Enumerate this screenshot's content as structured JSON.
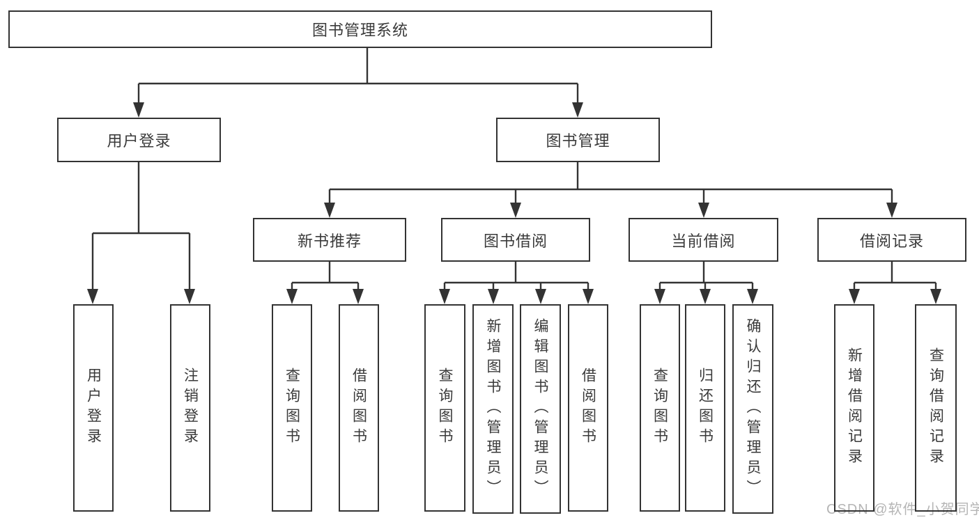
{
  "diagram": {
    "root": "图书管理系统",
    "level2": {
      "user_login": "用户登录",
      "book_mgmt": "图书管理"
    },
    "level3": {
      "new_books": "新书推荐",
      "book_borrow": "图书借阅",
      "current_borrow": "当前借阅",
      "borrow_records": "借阅记录"
    },
    "leaves": {
      "user_login": "用户登录",
      "logout": "注销登录",
      "nb_query_books": "查询图书",
      "nb_borrow_books": "借阅图书",
      "bb_query_books": "查询图书",
      "bb_add_books": "新增图书（管理员）",
      "bb_edit_books": "编辑图书（管理员）",
      "bb_borrow_books": "借阅图书",
      "cb_query_books": "查询图书",
      "cb_return_books": "归还图书",
      "cb_confirm_return": "确认归还（管理员）",
      "br_add_record": "新增借阅记录",
      "br_query_record": "查询借阅记录"
    },
    "watermark": "CSDN @软件_小贺同学"
  },
  "colors": {
    "line": "#333333",
    "text": "#3a3a3a",
    "watermark": "#b5b5b5",
    "background": "#ffffff"
  }
}
